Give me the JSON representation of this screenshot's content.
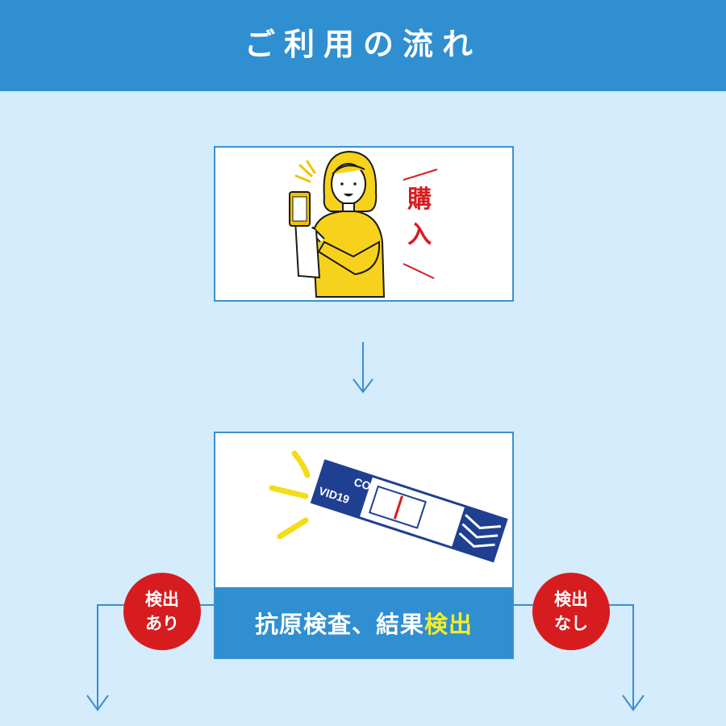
{
  "header": {
    "title": "ご利用の流れ"
  },
  "step1": {
    "label_line1": "購",
    "label_line2": "入",
    "illustration": "woman-holding-smartphone"
  },
  "step2": {
    "strip_label_top": "COV",
    "strip_label_bottom": "VID19",
    "result_prefix": "抗原検査、結果",
    "result_highlight": "検出"
  },
  "badge_positive": {
    "line1": "検出",
    "line2": "あり"
  },
  "badge_negative": {
    "line1": "検出",
    "line2": "なし"
  },
  "colors": {
    "header": "#2f8fd0",
    "background": "#d4ecfb",
    "accent_red": "#d71c1f",
    "highlight_yellow": "#f4ec2a",
    "strip_navy": "#1f3f91"
  }
}
